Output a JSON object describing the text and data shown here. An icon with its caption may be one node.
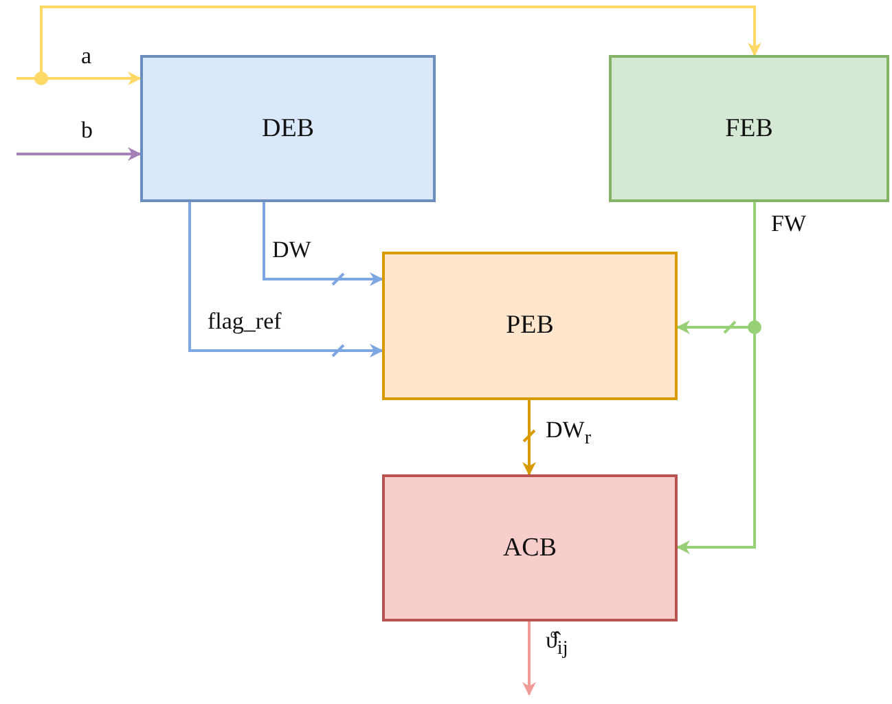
{
  "diagram": {
    "nodes": [
      {
        "text": [
          "DEB"
        ]
      },
      {
        "text": [
          "FEB"
        ]
      },
      {
        "text": [
          "PEB"
        ]
      },
      {
        "text": [
          "ACB"
        ]
      }
    ],
    "edges": [
      {
        "from": null,
        "to": 0,
        "arrow": "to",
        "label": "a",
        "color": "#ffd966"
      },
      {
        "from": null,
        "to": 1,
        "arrow": "to",
        "color": "#ffd966"
      },
      {
        "from": null,
        "to": 0,
        "arrow": "to",
        "label": "b",
        "color": "#a680b8"
      },
      {
        "from": 0,
        "to": 2,
        "arrow": "to",
        "label": "DW",
        "color": "#7ea6e0"
      },
      {
        "from": 0,
        "to": 2,
        "arrow": "to",
        "label": "flag_ref",
        "color": "#7ea6e0"
      },
      {
        "from": 1,
        "to": 2,
        "arrow": "to",
        "label": "FW",
        "color": "#97d077"
      },
      {
        "from": 1,
        "to": 3,
        "arrow": "to",
        "color": "#97d077"
      },
      {
        "from": 2,
        "to": 3,
        "arrow": "to",
        "label": "DW$_{r}$",
        "color": "#d79b00"
      },
      {
        "from": 3,
        "to": null,
        "arrow": "to",
        "label": "ϑ̂$_{ij}$",
        "color": "#f19c99"
      }
    ]
  }
}
